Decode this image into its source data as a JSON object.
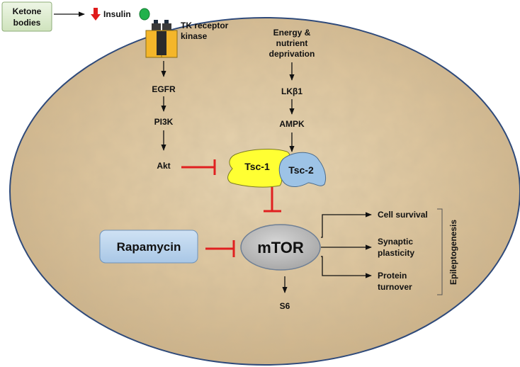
{
  "ketone_box": {
    "line1": "Ketone",
    "line2": "bodies"
  },
  "insulin": {
    "label": "Insulin"
  },
  "receptor": {
    "line1": "TK receptor",
    "line2": "kinase"
  },
  "left_pathway": {
    "egfr": "EGFR",
    "pi3k": "PI3K",
    "akt": "Akt"
  },
  "right_pathway": {
    "line1": "Energy &",
    "line2": "nutrient",
    "line3": "deprivation",
    "lkb1": "LKβ1",
    "ampk": "AMPK"
  },
  "tsc": {
    "tsc1": "Tsc-1",
    "tsc2": "Tsc-2"
  },
  "rapamycin": {
    "label": "Rapamycin"
  },
  "mtor": {
    "label": "mTOR"
  },
  "s6": {
    "label": "S6"
  },
  "outputs": {
    "cell_survival": "Cell survival",
    "synaptic_l1": "Synaptic",
    "synaptic_l2": "plasticity",
    "protein_l1": "Protein",
    "protein_l2": "turnover",
    "bracket_label": "Epileptogenesis"
  },
  "colors": {
    "cell_stroke": "#2f4a7a",
    "ketone_fill": "#dcebd0",
    "insulin_arrow": "#e01b1b",
    "insulin_dot": "#22b24c",
    "receptor_fill": "#f4b62a",
    "inhibit": "#e02020",
    "tsc1_fill": "#ffff33",
    "tsc2_fill": "#9dc3e6",
    "rapamycin_fill": "#b8d3ec",
    "mtor_fill": "#bfbfbf"
  }
}
